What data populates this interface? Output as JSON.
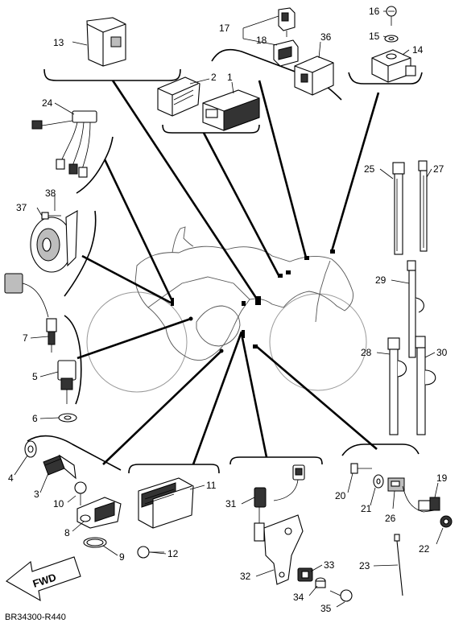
{
  "diagram": {
    "figure_code": "BR34300-R440",
    "direction_arrow_label": "FWD",
    "callouts": [
      "1",
      "2",
      "3",
      "4",
      "5",
      "6",
      "7",
      "8",
      "9",
      "10",
      "11",
      "12",
      "13",
      "14",
      "15",
      "16",
      "17",
      "18",
      "19",
      "20",
      "21",
      "22",
      "23",
      "24",
      "25",
      "26",
      "27",
      "28",
      "29",
      "30",
      "31",
      "32",
      "33",
      "34",
      "35",
      "36",
      "37",
      "38"
    ]
  }
}
